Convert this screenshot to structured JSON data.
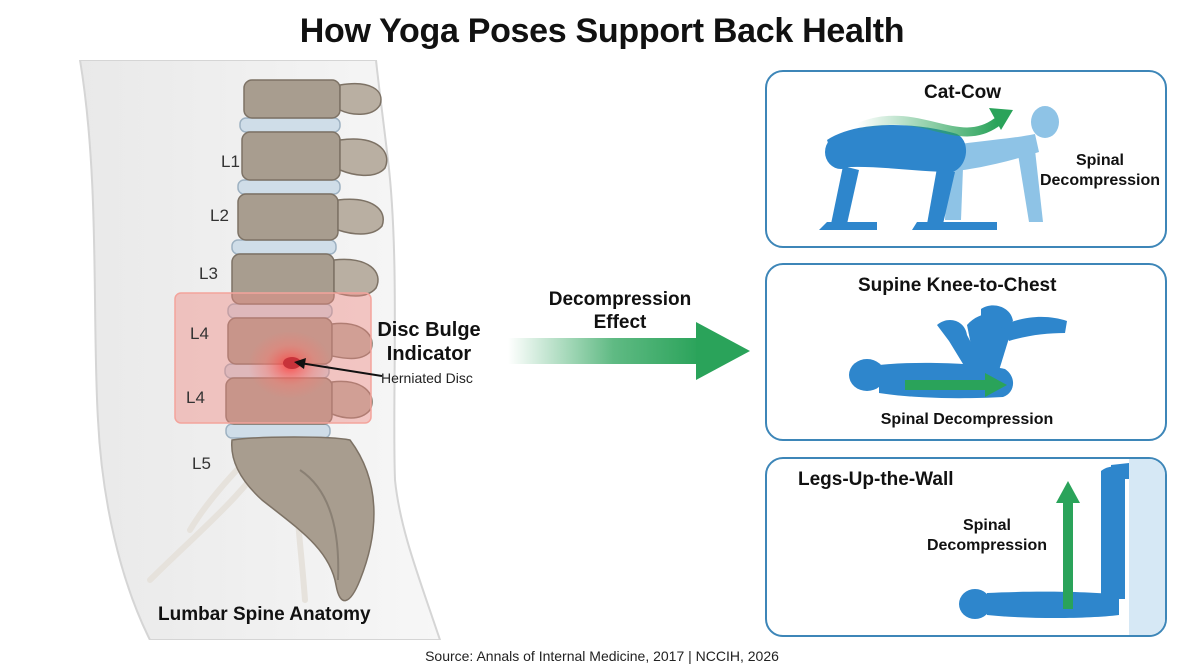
{
  "title": "How Yoga Poses Support Back Health",
  "anatomy": {
    "vertebra_labels": [
      "L1",
      "L2",
      "L3",
      "L4",
      "L4",
      "L5"
    ],
    "highlight_title": "Disc Bulge Indicator",
    "pointer_label": "Herniated Disc",
    "caption": "Lumbar Spine Anatomy"
  },
  "effect": {
    "label": "Decompression Effect"
  },
  "poses": [
    {
      "title": "Cat-Cow",
      "note": "Spinal Decompression"
    },
    {
      "title": "Supine Knee-to-Chest",
      "note": "Spinal Decompression"
    },
    {
      "title": "Legs-Up-the-Wall",
      "note": "Spinal Decompression"
    }
  ],
  "source": "Source: Annals of Internal Medicine, 2017 | NCCIH, 2026",
  "colors": {
    "figure_blue": "#2e86cc",
    "figure_light": "#8ec3e6",
    "arrow_green": "#2aa35a",
    "card_border": "#3d86b8",
    "highlight_red": "#f0a09a",
    "bone": "#a59a8c"
  }
}
